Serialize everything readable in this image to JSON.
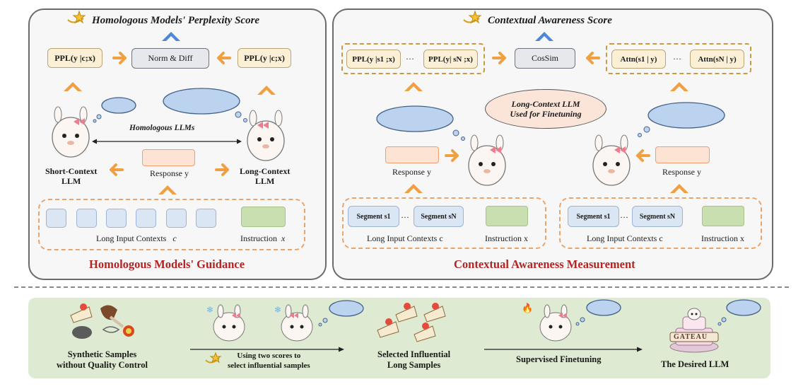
{
  "left_panel": {
    "score_title": "Homologous Models' Perplexity Score",
    "ppl_left": "PPL(y |c;x)",
    "norm_diff": "Norm & Diff",
    "ppl_right": "PPL(y |c;x)",
    "homologous_label": "Homologous LLMs",
    "short_llm": "Short-Context\nLLM",
    "long_llm": "Long-Context\nLLM",
    "response_label": "Response y",
    "contexts_label": "Long Input Contexts",
    "contexts_var": "c",
    "instruction_label": "Instruction",
    "instruction_var": "x",
    "guidance_title": "Homologous Models' Guidance"
  },
  "right_panel": {
    "score_title": "Contextual Awareness Score",
    "ppl_s1": "PPL(y |s1 ;x)",
    "ppl_sn": "PPL(y| sN ;x)",
    "ellipsis": "···",
    "cossim": "CosSim",
    "attn_s1": "Attn(s1 | y)",
    "attn_sn": "Attn(sN | y)",
    "oval_text": "Long-Context LLM\nUsed for Finetuning",
    "response_label_left": "Response y",
    "response_label_right": "Response y",
    "segment_1": "Segment s1",
    "segment_n": "Segment sN",
    "contexts_label_left": "Long Input Contexts c",
    "instruction_left": "Instruction x",
    "contexts_label_right": "Long Input Contexts c",
    "instruction_right": "Instruction x",
    "measurement_title": "Contextual Awareness Measurement"
  },
  "bottom": {
    "synthetic": "Synthetic Samples\nwithout Quality Control",
    "using_scores": "Using two scores to\nselect influential samples",
    "selected": "Selected Influential\nLong Samples",
    "supervised": "Supervised Finetuning",
    "desired": "The Desired LLM",
    "cake_label": "GATEAU"
  },
  "colors": {
    "orange_arrow": "#f0a040",
    "blue_chevron": "#4f86d6",
    "title_red": "#b32424",
    "band_green": "#deebd2"
  }
}
